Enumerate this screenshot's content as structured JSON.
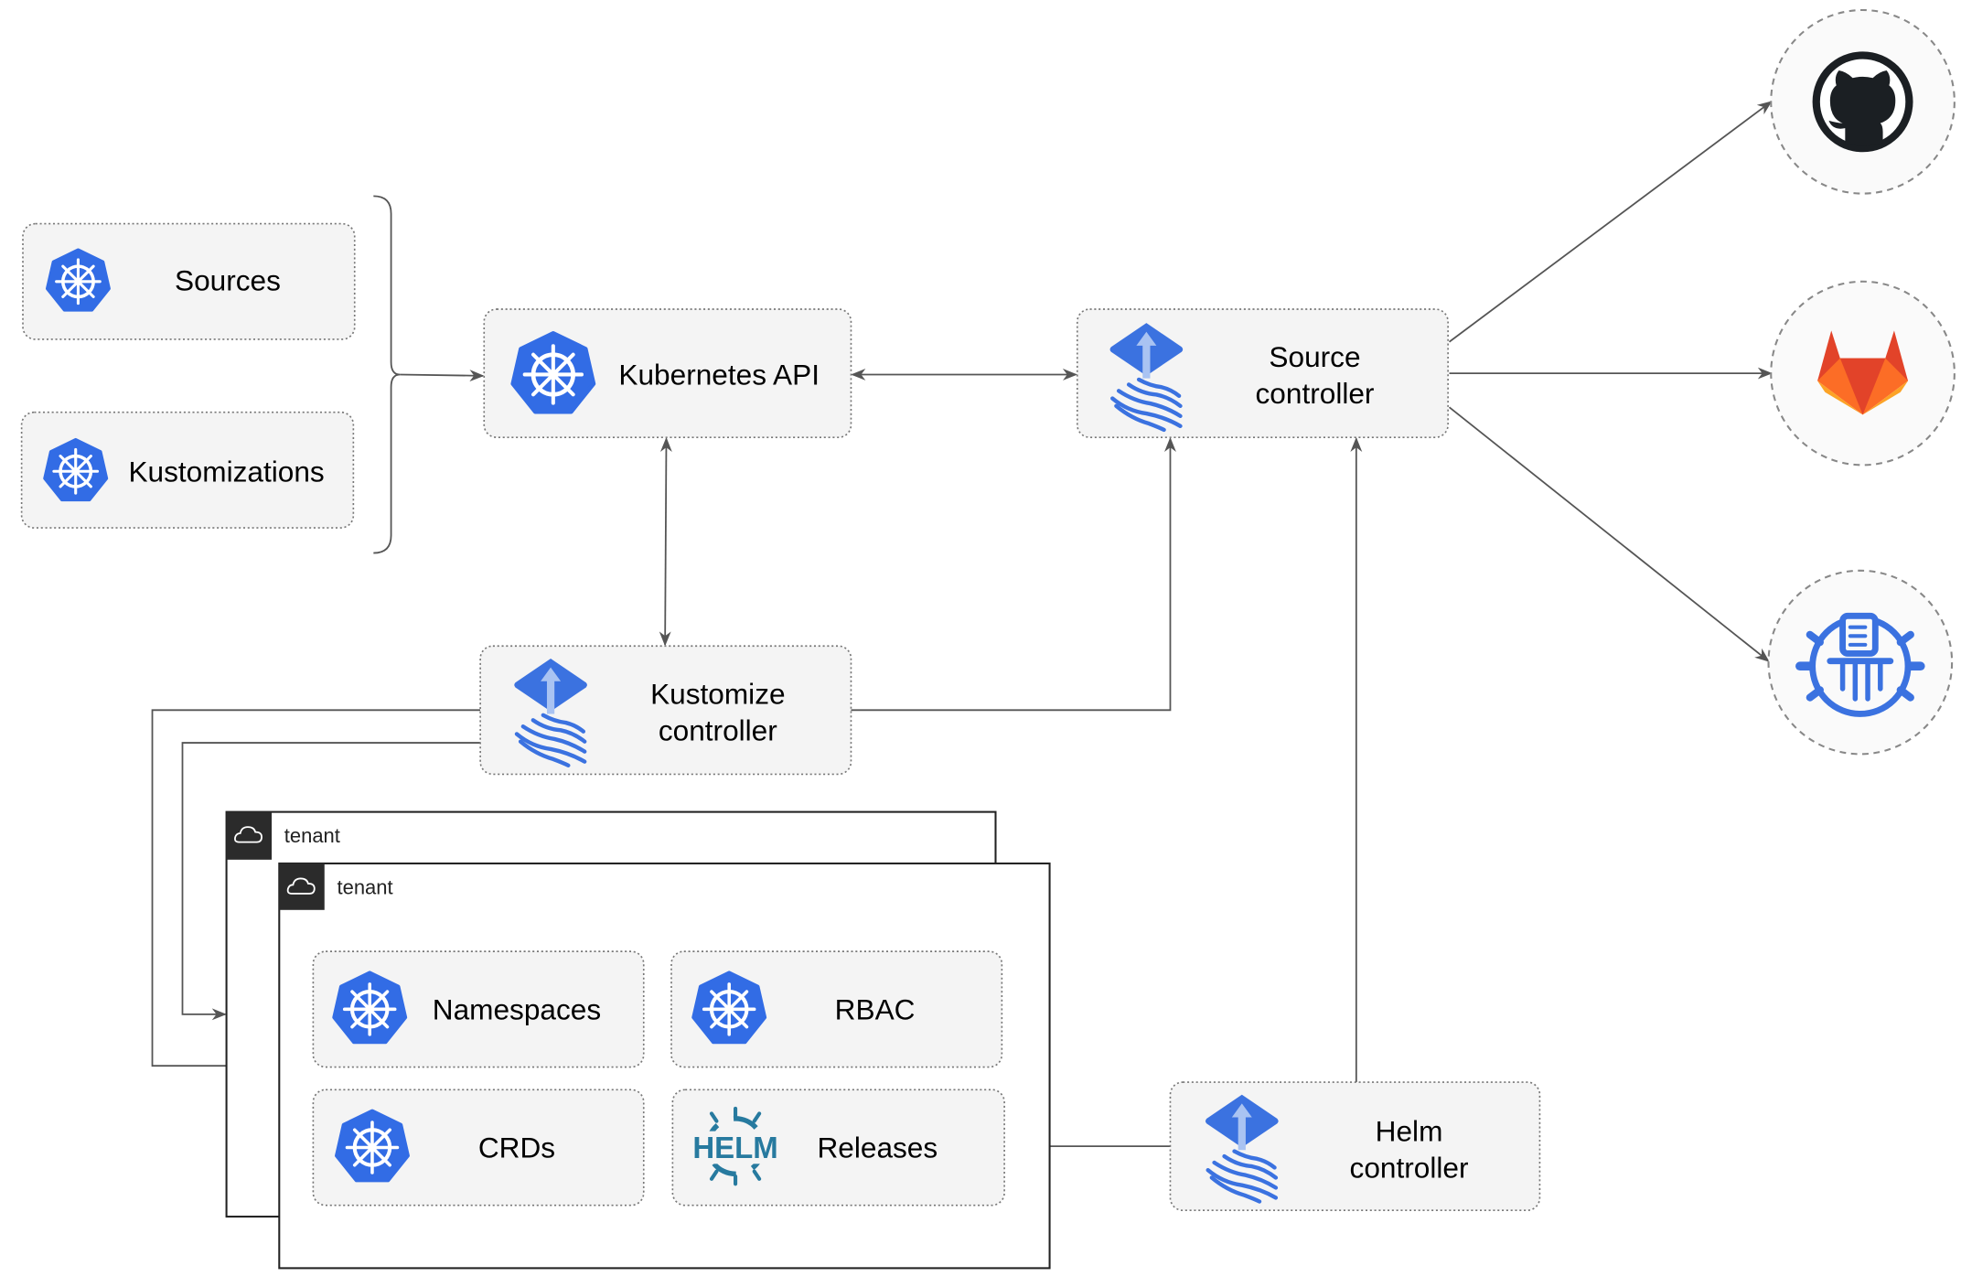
{
  "colors": {
    "kubernetes_blue": "#326ce5",
    "flux_blue": "#3b72e0",
    "helm_blue": "#277a9f",
    "edge": "#555555",
    "box_fill": "#f4f4f4",
    "gitlab_orange": "#e24329"
  },
  "inputs": {
    "sources": {
      "label": "Sources",
      "icon": "kubernetes-icon"
    },
    "kustomizations": {
      "label": "Kustomizations",
      "icon": "kubernetes-icon"
    }
  },
  "kubernetes_api": {
    "label": "Kubernetes API",
    "icon": "kubernetes-icon"
  },
  "source_controller": {
    "line1": "Source",
    "line2": "controller",
    "icon": "flux-icon"
  },
  "kustomize_controller": {
    "line1": "Kustomize",
    "line2": "controller",
    "icon": "flux-icon"
  },
  "helm_controller": {
    "line1": "Helm",
    "line2": "controller",
    "icon": "flux-icon"
  },
  "tenants": [
    {
      "label": "tenant",
      "icon": "cloud-icon"
    },
    {
      "label": "tenant",
      "icon": "cloud-icon"
    }
  ],
  "tenant_resources": {
    "namespaces": {
      "label": "Namespaces",
      "icon": "kubernetes-icon"
    },
    "rbac": {
      "label": "RBAC",
      "icon": "kubernetes-icon"
    },
    "crds": {
      "label": "CRDs",
      "icon": "kubernetes-icon"
    },
    "releases": {
      "label": "Releases",
      "icon": "helm-icon",
      "logo_text": "HELM"
    }
  },
  "external_sources": [
    {
      "icon": "github-icon"
    },
    {
      "icon": "gitlab-icon"
    },
    {
      "icon": "harbor-registry-icon"
    }
  ]
}
